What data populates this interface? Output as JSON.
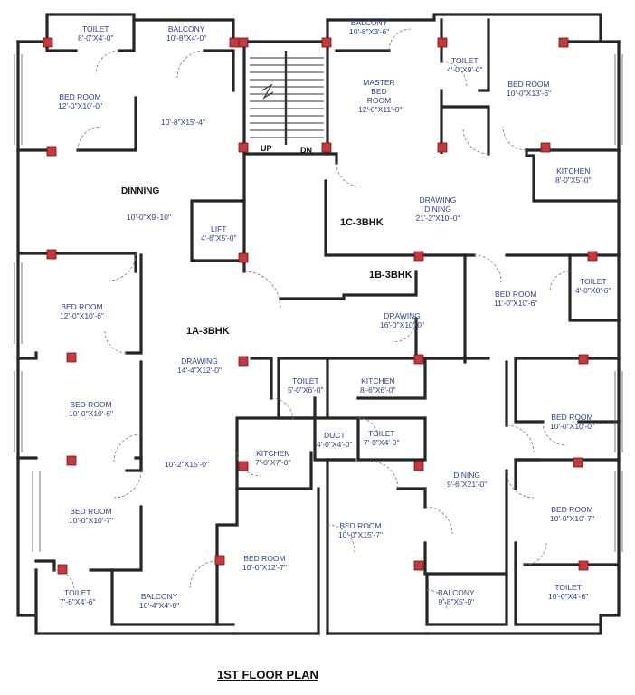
{
  "title": "1ST FLOOR PLAN",
  "units": {
    "u1a": "1A-3BHK",
    "u1b": "1B-3BHK",
    "u1c": "1C-3BHK"
  },
  "stairs": {
    "up": "UP",
    "dn": "DN"
  },
  "rooms": {
    "toilet_tl": {
      "name": "TOILET",
      "dim": "8'-0\"X4'-0\""
    },
    "balcony_tl": {
      "name": "BALCONY",
      "dim": "10'-8\"X4'-0\""
    },
    "bed_tl": {
      "name": "BED ROOM",
      "dim": "12'-0\"X10'-0\""
    },
    "lobby": {
      "dim": "10'-8\"X15'-4\""
    },
    "dinning": {
      "name": "DINNING",
      "dim": "10'-0\"X9'-10\""
    },
    "lift": {
      "name": "LIFT",
      "dim": "4'-6\"X5'-0\""
    },
    "balcony_tr": {
      "name": "BALCONY",
      "dim": "10'-8\"X3'-6\""
    },
    "master_bed": {
      "name": "MASTER BED ROOM",
      "dim": "12'-0\"X11'-0\""
    },
    "toilet_tr": {
      "name": "TOILET",
      "dim": "4'-0\"X9'-0\""
    },
    "bed_tr": {
      "name": "BED ROOM",
      "dim": "10'-0\"X13'-6\""
    },
    "kitchen_tr": {
      "name": "KITCHEN",
      "dim": "8'-0\"X5'-0\""
    },
    "drawing_dining": {
      "name": "DRAWING DINING",
      "dim": "21'-2\"X10'-0\""
    },
    "bed_ml": {
      "name": "BED ROOM",
      "dim": "12'-0\"X10'-6\""
    },
    "drawing_1b": {
      "name": "DRAWING",
      "dim": "16'-0\"X10'-0\""
    },
    "bed_mr": {
      "name": "BED ROOM",
      "dim": "11'-0\"X10'-6\""
    },
    "toilet_mr": {
      "name": "TOILET",
      "dim": "4'-0\"X8'-6\""
    },
    "drawing_1a": {
      "name": "DRAWING",
      "dim": "14'-4\"X12'-0\""
    },
    "toilet_c": {
      "name": "TOILET",
      "dim": "5'-0\"X6'-0\""
    },
    "kitchen_c": {
      "name": "KITCHEN",
      "dim": "8'-6\"X6'-0\""
    },
    "bed_l2": {
      "name": "BED ROOM",
      "dim": "10'-0\"X10'-6\""
    },
    "bed_r2": {
      "name": "BED ROOM",
      "dim": "10'-0\"X10'-0\""
    },
    "duct": {
      "name": "DUCT",
      "dim": "4'-0\"X4'-0\""
    },
    "toilet_c2": {
      "name": "TOILET",
      "dim": "7'-0\"X4'-0\""
    },
    "kitchen_l": {
      "name": "KITCHEN",
      "dim": "7'-0\"X7'-0\""
    },
    "passage": {
      "dim": "10'-2\"X15'-0\""
    },
    "dining_r": {
      "name": "DINING",
      "dim": "9'-6\"X21'-0\""
    },
    "bed_l3": {
      "name": "BED ROOM",
      "dim": "10'-0\"X10'-7\""
    },
    "bed_c3": {
      "name": "BED ROOM",
      "dim": "10'-0\"X15'-7\""
    },
    "bed_r3": {
      "name": "BED ROOM",
      "dim": "10'-0\"X10'-7\""
    },
    "bed_c2": {
      "name": "BED ROOM",
      "dim": "10'-0\"X12'-7\""
    },
    "toilet_bl": {
      "name": "TOILET",
      "dim": "7'-6\"X4'-6\""
    },
    "balcony_bl": {
      "name": "BALCONY",
      "dim": "10'-4\"X4'-0\""
    },
    "balcony_br": {
      "name": "BALCONY",
      "dim": "9'-8\"X5'-0\""
    },
    "toilet_br": {
      "name": "TOILET",
      "dim": "10'-0\"X4'-6\""
    }
  }
}
